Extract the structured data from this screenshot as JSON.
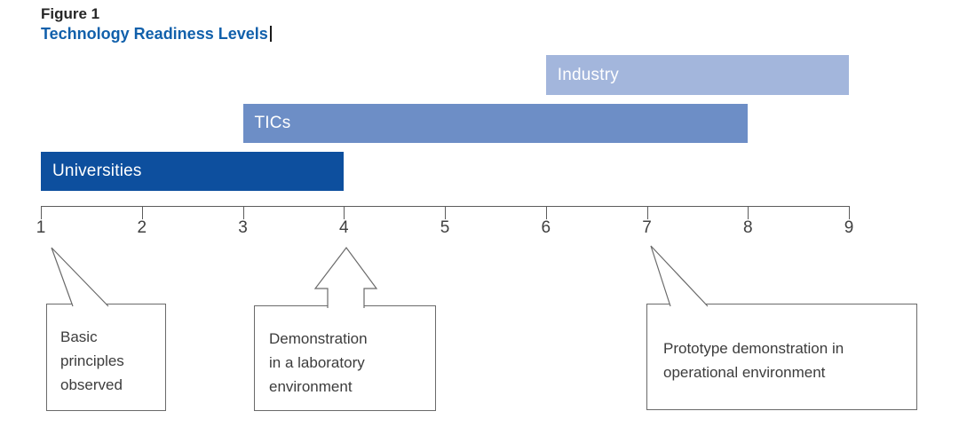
{
  "header": {
    "figure_label": "Figure 1",
    "title": "Technology Readiness Levels"
  },
  "chart_data": {
    "type": "bar",
    "subtype": "horizontal-range-gantt",
    "title": "Technology Readiness Levels",
    "xlabel": "",
    "ylabel": "",
    "axis": {
      "min": 1,
      "max": 9,
      "ticks": [
        1,
        2,
        3,
        4,
        5,
        6,
        7,
        8,
        9
      ]
    },
    "grid": false,
    "series": [
      {
        "name": "Industry",
        "start": 6,
        "end": 9,
        "color": "#a3b6dc",
        "text_color": "#ffffff"
      },
      {
        "name": "TICs",
        "start": 3,
        "end": 8,
        "color": "#6d8ec6",
        "text_color": "#ffffff"
      },
      {
        "name": "Universities",
        "start": 1,
        "end": 4,
        "color": "#0d4f9e",
        "text_color": "#ffffff"
      }
    ],
    "annotations": [
      {
        "target_trl": 1,
        "lines": [
          "Basic",
          "principles",
          "observed"
        ]
      },
      {
        "target_trl": 4,
        "lines": [
          "Demonstration",
          "in a laboratory",
          "environment"
        ]
      },
      {
        "target_trl": 7,
        "lines": [
          "Prototype demonstration in",
          "operational environment"
        ]
      }
    ]
  },
  "colors": {
    "title_blue": "#1160ab",
    "figure_label": "#262626",
    "axis_gray": "#5c5c5c",
    "callout_border": "#6a6a6a",
    "callout_text": "#3c3c3c"
  }
}
